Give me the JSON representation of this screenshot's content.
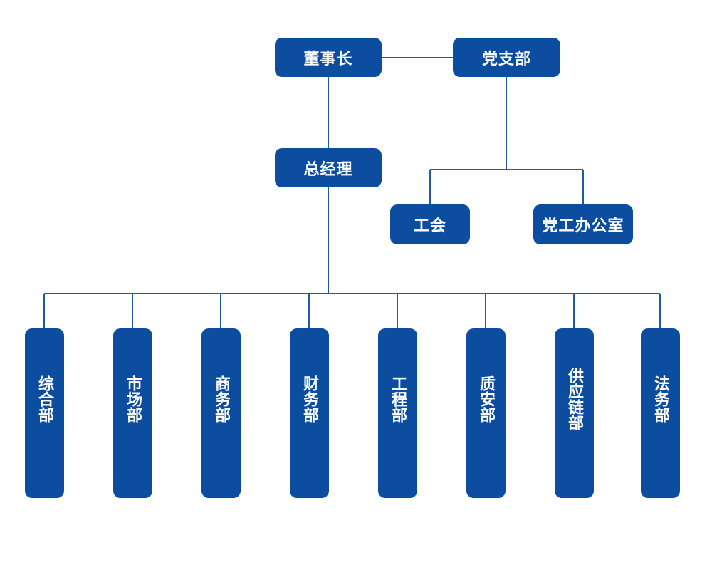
{
  "colors": {
    "box": "#0c4d9f",
    "line": "#1f5aa8",
    "text": "#ffffff"
  },
  "top": {
    "chairman": "董事长",
    "party_branch": "党支部",
    "general_manager": "总经理"
  },
  "party_units": {
    "union": "工会",
    "party_office": "党工办公室"
  },
  "departments": [
    "综合部",
    "市场部",
    "商务部",
    "财务部",
    "工程部",
    "质安部",
    "供应链部",
    "法务部"
  ]
}
